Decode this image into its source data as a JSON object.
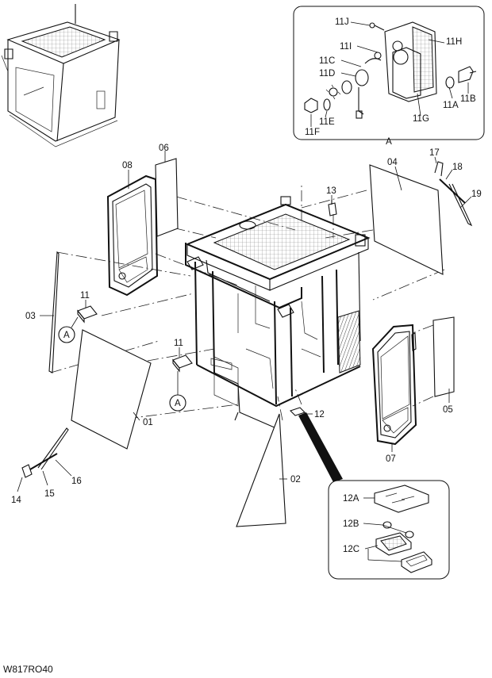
{
  "drawing_code": "W817RO40",
  "detail_a": {
    "title": "A",
    "parts": [
      "11J",
      "11I",
      "11C",
      "11D",
      "11H",
      "11B",
      "11A",
      "11G",
      "11E",
      "11F"
    ]
  },
  "detail_12": {
    "parts": [
      "12A",
      "12B",
      "12C"
    ]
  },
  "part_labels": [
    "01",
    "02",
    "03",
    "04",
    "05",
    "06",
    "07",
    "08",
    "11",
    "11",
    "12",
    "13",
    "14",
    "15",
    "16",
    "17",
    "18",
    "19"
  ],
  "view_ref_markers": [
    "A",
    "A"
  ]
}
